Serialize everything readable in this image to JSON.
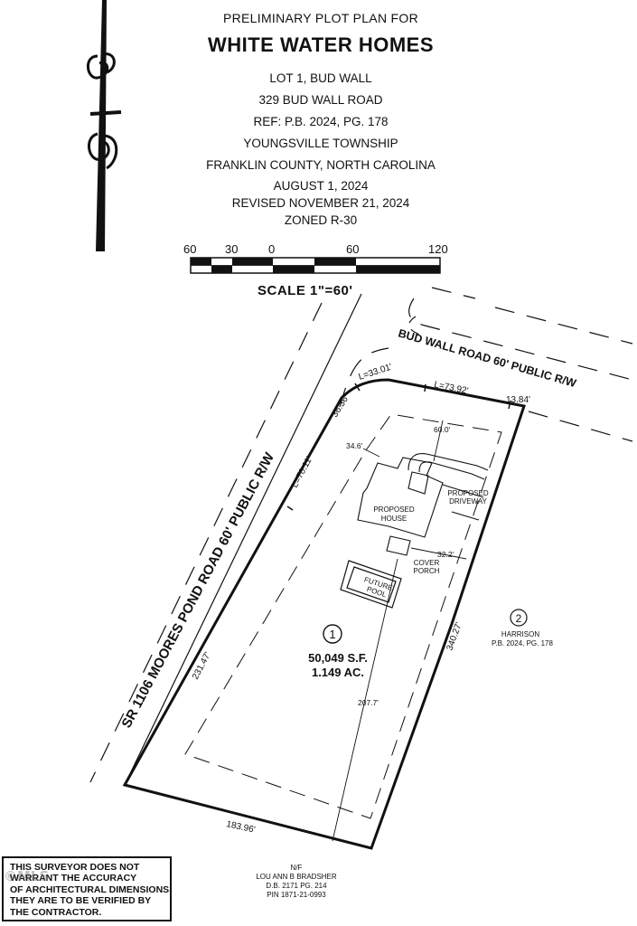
{
  "title": {
    "line1": "PRELIMINARY PLOT PLAN FOR",
    "main": "WHITE WATER HOMES",
    "lot": "LOT 1, BUD WALL",
    "address": "329 BUD WALL ROAD",
    "ref": "REF: P.B. 2024, PG. 178",
    "township": "YOUNGSVILLE TOWNSHIP",
    "county": "FRANKLIN COUNTY, NORTH CAROLINA",
    "date": "AUGUST 1, 2024",
    "revised": "REVISED NOVEMBER 21, 2024",
    "zoned": "ZONED R-30"
  },
  "scale_bar": {
    "ticks": [
      "60",
      "30",
      "0",
      "60",
      "120"
    ],
    "label": "SCALE   1\"=60'"
  },
  "roads": {
    "bud_wall": "BUD WALL ROAD 60' PUBLIC R/W",
    "moores_pond": "SR 1106 MOORES POND ROAD 60' PUBLIC R/W"
  },
  "dimensions": {
    "arc1": "L=33.01'",
    "arc2": "L=73.92'",
    "front_right": "13.84'",
    "corner_seg": "36.36'",
    "left_arc": "L=70.11'",
    "left_side": "231.47'",
    "right_side": "340.27'",
    "rear": "183.96'",
    "setback_front": "60.0'",
    "setback_left": "34.6'",
    "setback_right": "32.2'",
    "setback_rear": "207.7'"
  },
  "labels": {
    "house": [
      "PROPOSED",
      "HOUSE"
    ],
    "driveway": [
      "PROPOSED",
      "DRIVEWAY"
    ],
    "porch": [
      "COVER",
      "PORCH"
    ],
    "pool": [
      "FUTURE",
      "POOL"
    ]
  },
  "lot1": {
    "number": "1",
    "area_sf": "50,049 S.F.",
    "area_ac": "1.149 AC."
  },
  "lot2": {
    "number": "2",
    "owner": "HARRISON",
    "ref": "P.B. 2024, PG. 178"
  },
  "adjoiner": {
    "nf": "N/F",
    "owner": "LOU ANN B BRADSHER",
    "deed": "D.B. 2171 PG. 214",
    "pin": "PIN 1871-21-0993"
  },
  "notice": [
    "THIS SURVEYOR DOES NOT",
    "WARRANT THE ACCURACY",
    "OF ARCHITECTURAL DIMENSIONS.",
    "THEY ARE TO BE VERIFIED BY",
    "THE CONTRACTOR."
  ],
  "watermark": "©MLS"
}
